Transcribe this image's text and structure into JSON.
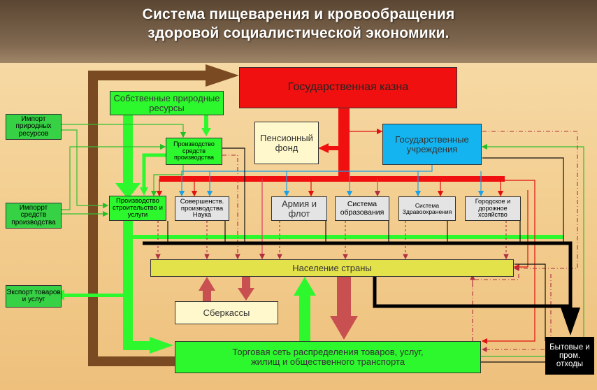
{
  "title": {
    "line1": "Система пищеварения и кровообращения",
    "line2": "здоровой социалистической экономики."
  },
  "nodes": {
    "treasury": "Государственная казна",
    "natural_resources": "Собственные природные ресурсы",
    "import_natural": "Импорт природных ресурсов",
    "import_means": "Импоррт средств производства",
    "export": "Экспорт товаров и услуг",
    "means_production": "Производство средств производства",
    "pension_fund": "Пенсионный фонд",
    "gov_institutions": "Государственные учреждения",
    "construction": "Производство строительство и услуги",
    "science": "Совершенств. производства Наука",
    "army": "Армия и флот",
    "education": "Система образования",
    "healthcare": "Система Здравоохранения",
    "city_roads": "Городское и дорожное хозяйство",
    "population": "Население страны",
    "savings_banks": "Сберкассы",
    "trade_network": "Торговая сеть распределения товаров, услуг, жилищ и общественного транспорта",
    "waste": "Бытовые и пром. отходы"
  },
  "colors": {
    "brown_flow": "#7a4a22",
    "treasury_red": "#f01010",
    "bright_green": "#2df82d",
    "cyan_box": "#14b4f0",
    "population_yellow": "#e4e24a",
    "savings_yellow": "#fff8cc",
    "flow_pink": "#c85050"
  }
}
